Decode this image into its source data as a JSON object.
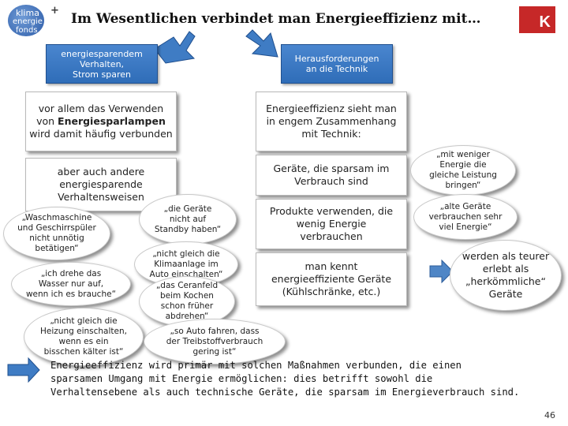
{
  "title": "Im Wesentlichen verbindet man Energieeffizienz mit…",
  "logo": {
    "line1": "klima",
    "line2": "energie",
    "line3": "fonds",
    "plus": "+"
  },
  "badge": "K",
  "categories": {
    "left": "energiesparendem\nVerhalten,\nStrom sparen",
    "right": "Herausforderungen\nan die Technik"
  },
  "left_panels": {
    "first": {
      "prefix": "vor allem das Verwenden\nvon ",
      "bold": "Energiesparlampen",
      "suffix": "\nwird damit häufig verbunden"
    },
    "second": "aber auch andere\nenergiesparende\nVerhaltensweisen"
  },
  "right_panels": {
    "first": "Energieeffizienz sieht man\nin engem Zusammenhang\nmit Technik:",
    "second": "Geräte, die sparsam im\nVerbrauch sind",
    "third": "Produkte verwenden, die\nwenig Energie\nverbrauchen",
    "fourth": "man kennt\nenergieeffiziente Geräte\n(Kühlschränke, etc.)"
  },
  "quotes_left": [
    "„Waschmaschine\nund Geschirrspüler\nnicht unnötig\nbetätigen“",
    "„ich drehe das\nWasser nur auf,\nwenn ich es brauche“",
    "„nicht gleich die\nHeizung einschalten,\nwenn es ein\nbisschen kälter ist“"
  ],
  "quotes_middle": [
    "„die Geräte\nnicht auf\nStandby haben“",
    "„nicht gleich die\nKlimaanlage im\nAuto einschalten“",
    "„das Ceranfeld\nbeim Kochen\nschon früher\nabdrehen“",
    "„so Auto fahren, dass\nder Treibstoffverbrauch\ngering ist“"
  ],
  "quotes_right": [
    "„mit weniger\nEnergie die\ngleiche Leistung\nbringen“",
    "„alte Geräte\nverbrauchen sehr\nviel Energie“",
    "werden als teurer\nerlebt als\n„herkömmliche“\nGeräte"
  ],
  "summary": "Energieeffizienz wird primär mit solchen Maßnahmen verbunden, die einen\nsparsamen Umgang mit Energie ermöglichen: dies betrifft sowohl die\nVerhaltensebene als auch technische Geräte, die sparsam im Energieverbrauch sind.",
  "page_number": "46",
  "colors": {
    "accent_blue": "#3a78c4",
    "badge_red": "#c62828",
    "arrow_fill": "#4f86c6"
  }
}
